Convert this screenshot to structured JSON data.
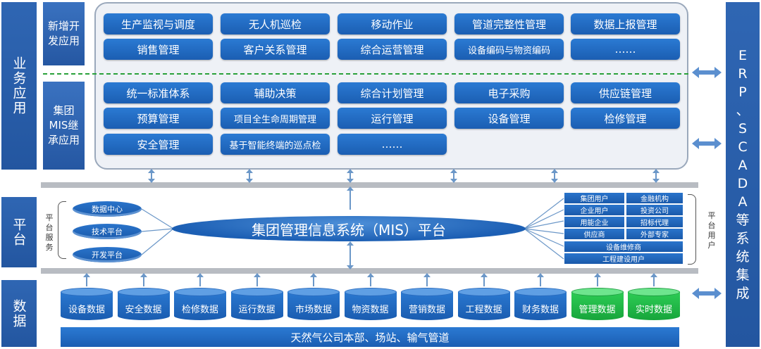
{
  "layers": {
    "business": "业务应用",
    "platform": "平台",
    "data": "数据"
  },
  "sub_groups": {
    "new_apps": "新增开发应用",
    "mis_apps": "集团MIS继承应用"
  },
  "new_apps": [
    [
      "生产监视与调度",
      "无人机巡检",
      "移动作业",
      "管道完整性管理",
      "数据上报管理"
    ],
    [
      "销售管理",
      "客户关系管理",
      "综合运营管理",
      "设备编码与物资编码",
      "……"
    ]
  ],
  "mis_apps": [
    [
      "统一标准体系",
      "辅助决策",
      "综合计划管理",
      "电子采购",
      "供应链管理"
    ],
    [
      "预算管理",
      "项目全生命周期管理",
      "运行管理",
      "设备管理",
      "检修管理"
    ],
    [
      "安全管理",
      "基于智能终端的巡点检",
      "……"
    ]
  ],
  "platform": {
    "title": "集团管理信息系统（MIS）平台",
    "services_label": "平台服务",
    "services": [
      "数据中心",
      "技术平台",
      "开发平台"
    ],
    "users_label": "平台用户",
    "users_grid": [
      [
        "集团用户",
        "金融机构"
      ],
      [
        "企业用户",
        "投资公司"
      ],
      [
        "用能企业",
        "招标代理"
      ],
      [
        "供应商",
        "外部专家"
      ]
    ],
    "users_wide": [
      "设备维修商",
      "工程建设用户"
    ]
  },
  "data_stores": [
    {
      "label": "设备数据",
      "color": "blue"
    },
    {
      "label": "安全数据",
      "color": "blue"
    },
    {
      "label": "检修数据",
      "color": "blue"
    },
    {
      "label": "运行数据",
      "color": "blue"
    },
    {
      "label": "市场数据",
      "color": "blue"
    },
    {
      "label": "物资数据",
      "color": "blue"
    },
    {
      "label": "营销数据",
      "color": "blue"
    },
    {
      "label": "工程数据",
      "color": "blue"
    },
    {
      "label": "财务数据",
      "color": "blue"
    },
    {
      "label": "管理数据",
      "color": "green"
    },
    {
      "label": "实时数据",
      "color": "green"
    }
  ],
  "base_source": "天然气公司本部、场站、输气管道",
  "external": "ERP、SCADA等系统集成",
  "colors": {
    "primary_blue": "#1f65bb",
    "label_blue": "#2a5ea8",
    "green_store": "#1fb347",
    "dash_green": "#2aa13a"
  }
}
